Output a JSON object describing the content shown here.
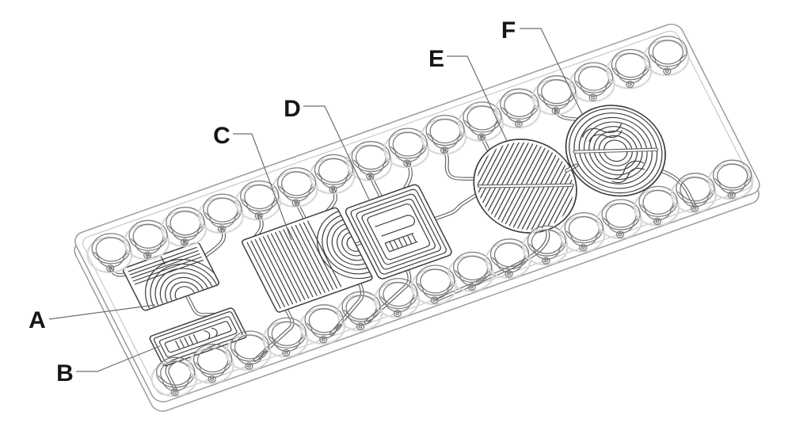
{
  "figure": {
    "background": "#ffffff",
    "ink_color": "#3f3f3f",
    "edge_color": "#9b9b9b",
    "well_color": "#7e7e7e",
    "label_color": "#161616",
    "labels": [
      {
        "letter": "A"
      },
      {
        "letter": "B"
      },
      {
        "letter": "C"
      },
      {
        "letter": "D"
      },
      {
        "letter": "E"
      },
      {
        "letter": "F"
      }
    ],
    "wells": {
      "top_count": 16,
      "bottom_count": 16
    }
  }
}
